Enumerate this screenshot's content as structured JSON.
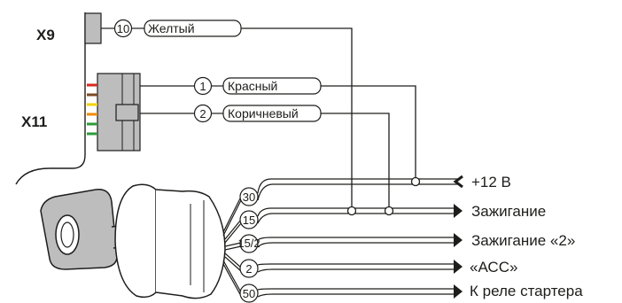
{
  "connectors": {
    "x9": "X9",
    "x11": "X11"
  },
  "wires": [
    {
      "pin": "10",
      "label": "Желтый"
    },
    {
      "pin": "1",
      "label": "Красный"
    },
    {
      "pin": "2",
      "label": "Коричневый"
    }
  ],
  "switch_pins": [
    "30",
    "15",
    "15/2",
    "2",
    "50"
  ],
  "outputs": [
    "+12 В",
    "Зажигание",
    "Зажигание «2»",
    "«АСС»",
    "К реле стартера"
  ],
  "colors": {
    "line": "#1d1d1b",
    "lead_red": "#d62b1f",
    "lead_brown": "#7a4a24",
    "lead_yellow": "#f2d200",
    "lead_orange": "#f08a00",
    "lead_green": "#2e9b3a"
  }
}
